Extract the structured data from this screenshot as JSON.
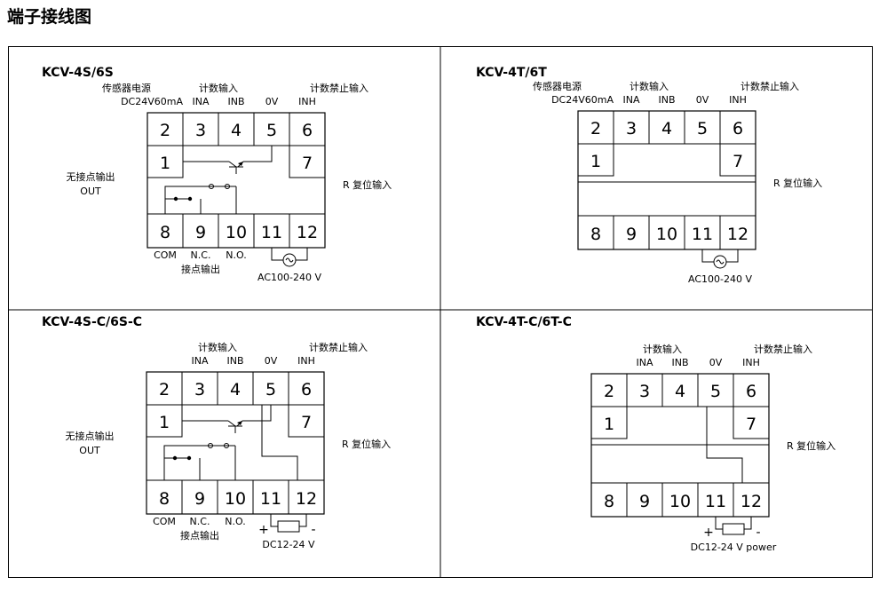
{
  "page_title": "端子接线图",
  "panels": [
    {
      "title": "KCV-4S/6S",
      "sensor_power_label": "传感器电源",
      "sensor_power_spec": "DC24V60mA",
      "count_input_label": "计数输入",
      "count_inhibit_label": "计数禁止输入",
      "top_labels": [
        "INA",
        "INB",
        "0V",
        "INH"
      ],
      "top_terminals": [
        "2",
        "3",
        "4",
        "5",
        "6"
      ],
      "middle_left_terminal": "1",
      "middle_right_terminal": "7",
      "bottom_terminals": [
        "8",
        "9",
        "10",
        "11",
        "12"
      ],
      "output_label": "无接点输出",
      "output_code": "OUT",
      "reset_label": "R 复位输入",
      "bottom_labels": [
        "COM",
        "N.C.",
        "N.O."
      ],
      "contact_output_label": "接点输出",
      "power_label": "AC100-240 V"
    },
    {
      "title": "KCV-4T/6T",
      "sensor_power_label": "传感器电源",
      "sensor_power_spec": "DC24V60mA",
      "count_input_label": "计数输入",
      "count_inhibit_label": "计数禁止输入",
      "top_labels": [
        "INA",
        "INB",
        "0V",
        "INH"
      ],
      "top_terminals": [
        "2",
        "3",
        "4",
        "5",
        "6"
      ],
      "middle_left_terminal": "1",
      "middle_right_terminal": "7",
      "bottom_terminals": [
        "8",
        "9",
        "10",
        "11",
        "12"
      ],
      "reset_label": "R 复位输入",
      "power_label": "AC100-240 V"
    },
    {
      "title": "KCV-4S-C/6S-C",
      "count_input_label": "计数输入",
      "count_inhibit_label": "计数禁止输入",
      "top_labels": [
        "INA",
        "INB",
        "0V",
        "INH"
      ],
      "top_terminals": [
        "2",
        "3",
        "4",
        "5",
        "6"
      ],
      "middle_left_terminal": "1",
      "middle_right_terminal": "7",
      "bottom_terminals": [
        "8",
        "9",
        "10",
        "11",
        "12"
      ],
      "output_label": "无接点输出",
      "output_code": "OUT",
      "reset_label": "R 复位输入",
      "bottom_labels": [
        "COM",
        "N.C.",
        "N.O."
      ],
      "contact_output_label": "接点输出",
      "plus_sign": "+",
      "minus_sign": "-",
      "power_label": "DC12-24 V"
    },
    {
      "title": "KCV-4T-C/6T-C",
      "count_input_label": "计数输入",
      "count_inhibit_label": "计数禁止输入",
      "top_labels": [
        "INA",
        "INB",
        "0V",
        "INH"
      ],
      "top_terminals": [
        "2",
        "3",
        "4",
        "5",
        "6"
      ],
      "middle_left_terminal": "1",
      "middle_right_terminal": "7",
      "bottom_terminals": [
        "8",
        "9",
        "10",
        "11",
        "12"
      ],
      "reset_label": "R 复位输入",
      "plus_sign": "+",
      "minus_sign": "-",
      "power_label": "DC12-24 V power"
    }
  ]
}
